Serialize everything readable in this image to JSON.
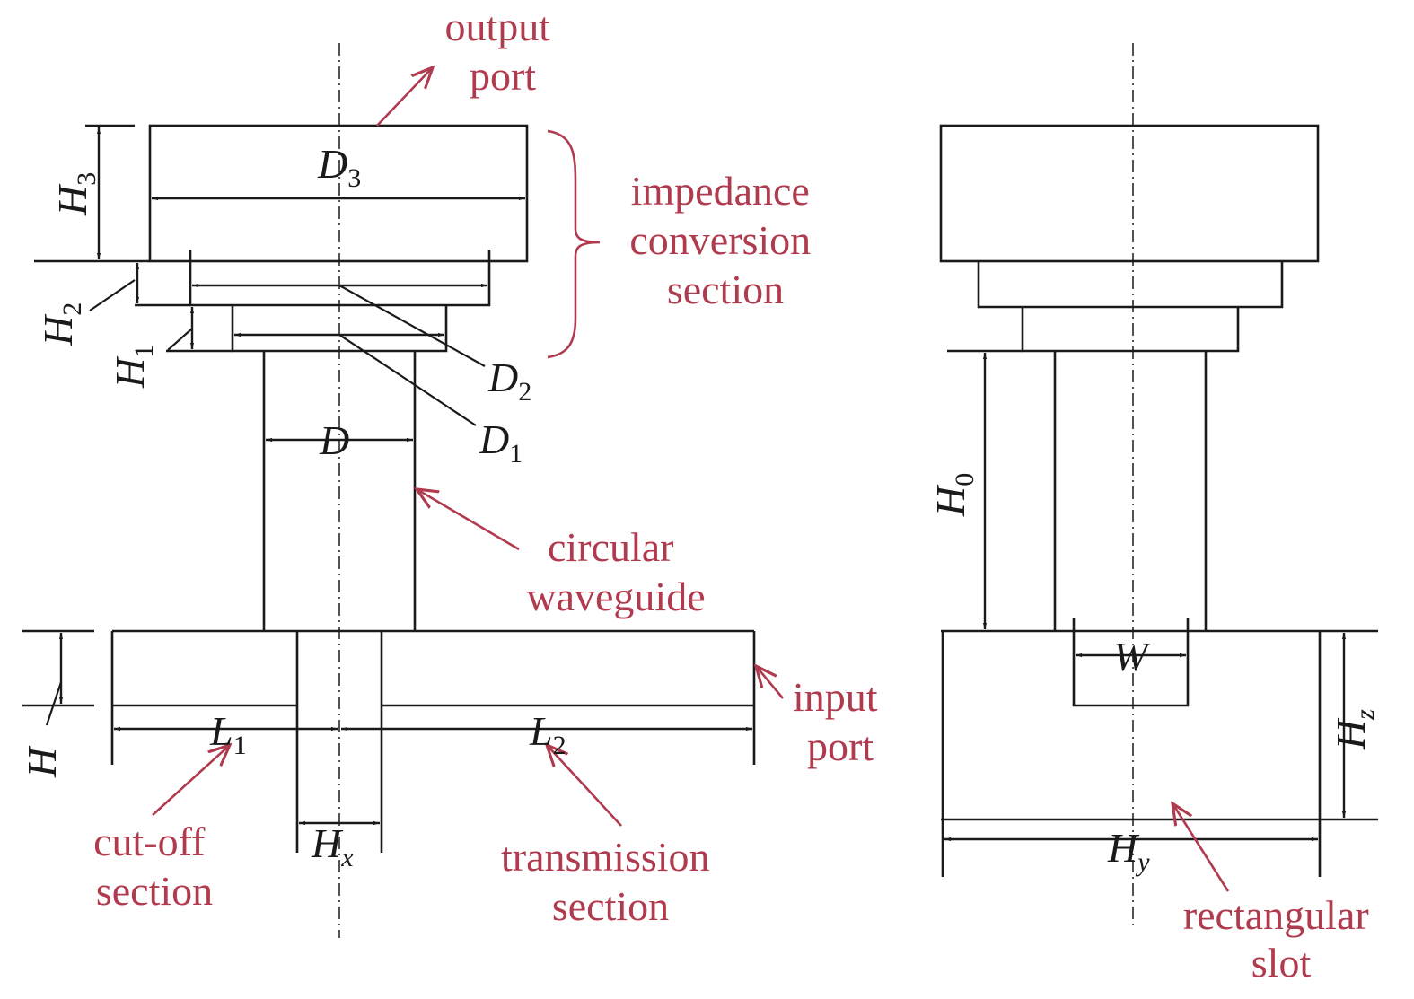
{
  "colors": {
    "line": "#1a1a1a",
    "callout": "#b03a4e",
    "background": "#ffffff"
  },
  "labels": {
    "output_port": [
      "output",
      "port"
    ],
    "impedance_conversion_section": [
      "impedance",
      "conversion",
      "section"
    ],
    "circular_waveguide": [
      "circular",
      "waveguide"
    ],
    "input_port": [
      "input",
      "port"
    ],
    "cutoff_section": [
      "cut-off",
      "section"
    ],
    "transmission_section": [
      "transmission",
      "section"
    ],
    "rectangular_slot": [
      "rectangular",
      "slot"
    ]
  },
  "dimensions": {
    "H3": {
      "base": "H",
      "sub": "3"
    },
    "H2": {
      "base": "H",
      "sub": "2"
    },
    "H1": {
      "base": "H",
      "sub": "1"
    },
    "H": {
      "base": "H",
      "sub": ""
    },
    "D3": {
      "base": "D",
      "sub": "3"
    },
    "D2": {
      "base": "D",
      "sub": "2"
    },
    "D1": {
      "base": "D",
      "sub": "1"
    },
    "D": {
      "base": "D",
      "sub": ""
    },
    "L1": {
      "base": "L",
      "sub": "1"
    },
    "L2": {
      "base": "L",
      "sub": "2"
    },
    "Hx": {
      "base": "H",
      "sub": "x"
    },
    "H0": {
      "base": "H",
      "sub": "0"
    },
    "W": {
      "base": "W",
      "sub": ""
    },
    "Hz": {
      "base": "H",
      "sub": "z"
    },
    "Hy": {
      "base": "H",
      "sub": "y"
    }
  }
}
